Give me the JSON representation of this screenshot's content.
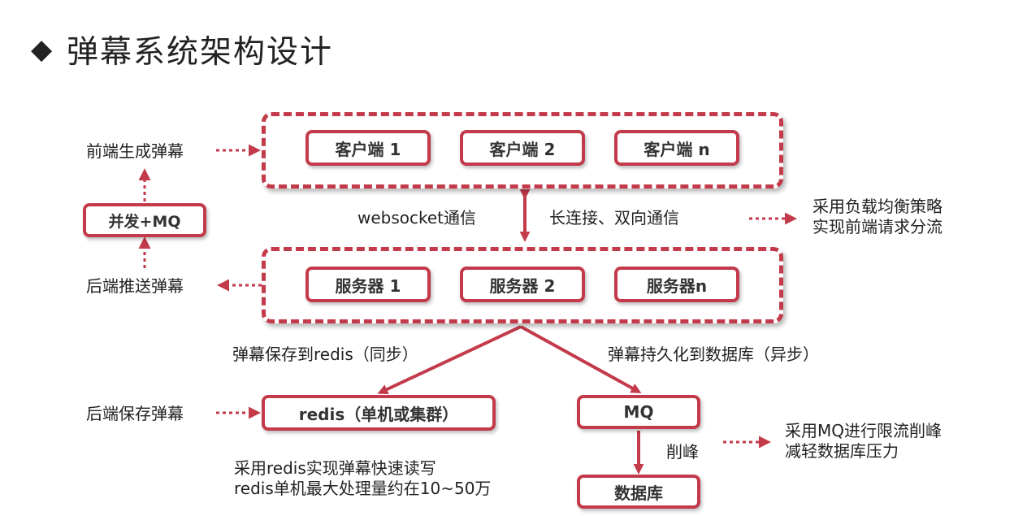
{
  "title": {
    "bullet_icon": "diamond-bullet-icon",
    "text": "弹幕系统架构设计"
  },
  "colors": {
    "accent": "#c33a4a",
    "text": "#222222",
    "box_text": "#333333"
  },
  "clients": [
    "客户端 1",
    "客户端 2",
    "客户端 n"
  ],
  "servers": [
    "服务器 1",
    "服务器 2",
    "服务器n"
  ],
  "left_labels": {
    "front_generate": "前端生成弹幕",
    "concurrency_mq": "并发+MQ",
    "backend_push": "后端推送弹幕",
    "backend_save": "后端保存弹幕"
  },
  "middle_labels": {
    "websocket": "websocket通信",
    "long_conn": "长连接、双向通信",
    "save_redis": "弹幕保存到redis（同步）",
    "persist_db": "弹幕持久化到数据库（异步）",
    "peak_shaving": "削峰"
  },
  "nodes": {
    "redis": "redis（单机或集群）",
    "mq": "MQ",
    "db": "数据库"
  },
  "notes": {
    "load_balance": [
      "采用负载均衡策略",
      "实现前端请求分流"
    ],
    "mq_limit": [
      "采用MQ进行限流削峰",
      "减轻数据库压力"
    ],
    "redis_perf": [
      "采用redis实现弹幕快速读写",
      "redis单机最大处理量约在10~50万"
    ]
  }
}
